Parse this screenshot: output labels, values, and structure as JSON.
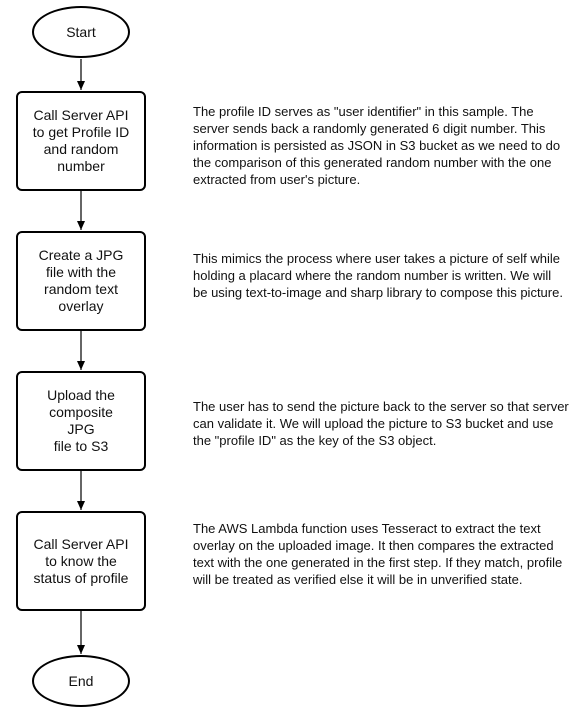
{
  "diagram": {
    "start": {
      "label": "Start"
    },
    "steps": [
      {
        "label": "Call Server API\nto get Profile ID\nand random number",
        "note": "The profile ID serves as \"user identifier\" in this sample. The server sends back a randomly generated 6 digit number. This information is persisted as JSON in S3 bucket as we need to do the comparison of this generated random number with the one extracted from user's picture."
      },
      {
        "label": "Create a JPG\nfile with the random text\noverlay",
        "note": "This mimics the process where user takes a picture of self while holding a placard where the random number is written. We will be using text-to-image and sharp library to compose this picture."
      },
      {
        "label": "Upload the composite\nJPG\nfile to S3",
        "note": "The user has to send the picture back to the server so that server can validate it. We will upload the picture to S3 bucket and use the \"profile ID\" as the key of the S3 object."
      },
      {
        "label": "Call Server API\nto know the\nstatus of profile",
        "note": "The AWS Lambda function uses Tesseract to extract the text overlay on the uploaded image. It then compares the extracted text with the one generated in the first step. If they match, profile will be treated as verified else it will be in unverified state."
      }
    ],
    "end": {
      "label": "End"
    },
    "colors": {
      "stroke": "#000000",
      "fill": "#ffffff",
      "text": "#111111"
    }
  }
}
